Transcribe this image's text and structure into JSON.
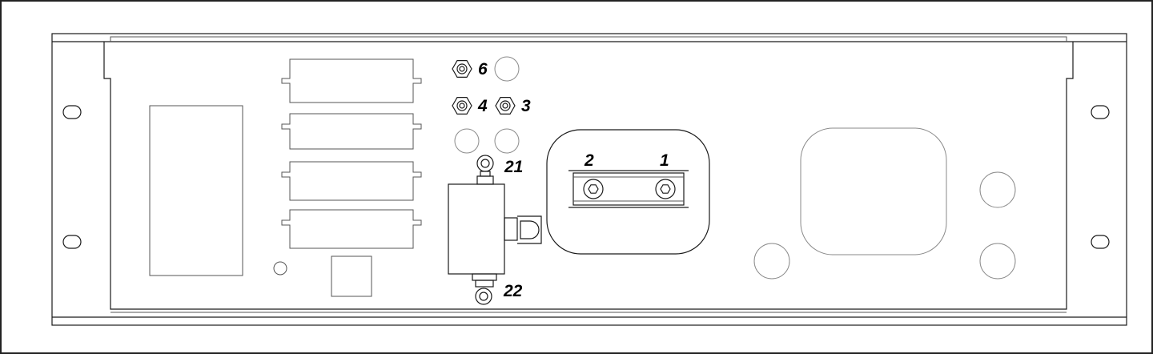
{
  "callouts": {
    "c1": "1",
    "c2": "2",
    "c3": "3",
    "c4": "4",
    "c6": "6",
    "c21": "21",
    "c22": "22"
  }
}
